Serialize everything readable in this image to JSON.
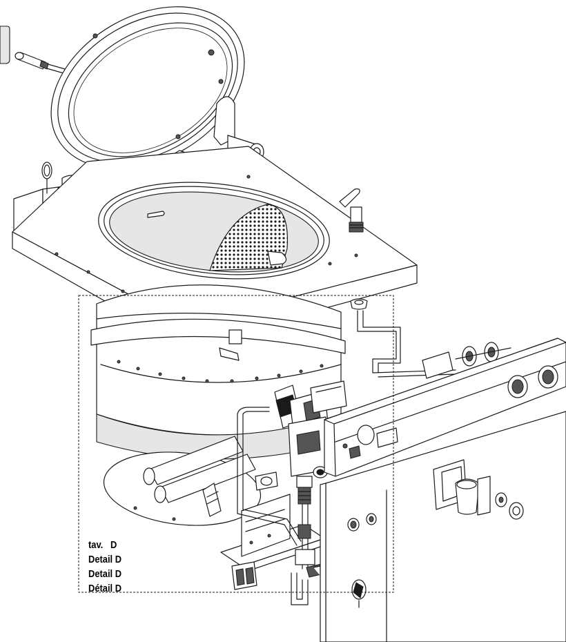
{
  "detail_label": {
    "lines": [
      "tav.   D",
      "Detail D",
      "Detail D",
      "Détail D"
    ]
  },
  "colors": {
    "line": "#1a1a1a",
    "background": "#ffffff",
    "shade": "#e6e6e6",
    "dark_part": "#555555"
  }
}
